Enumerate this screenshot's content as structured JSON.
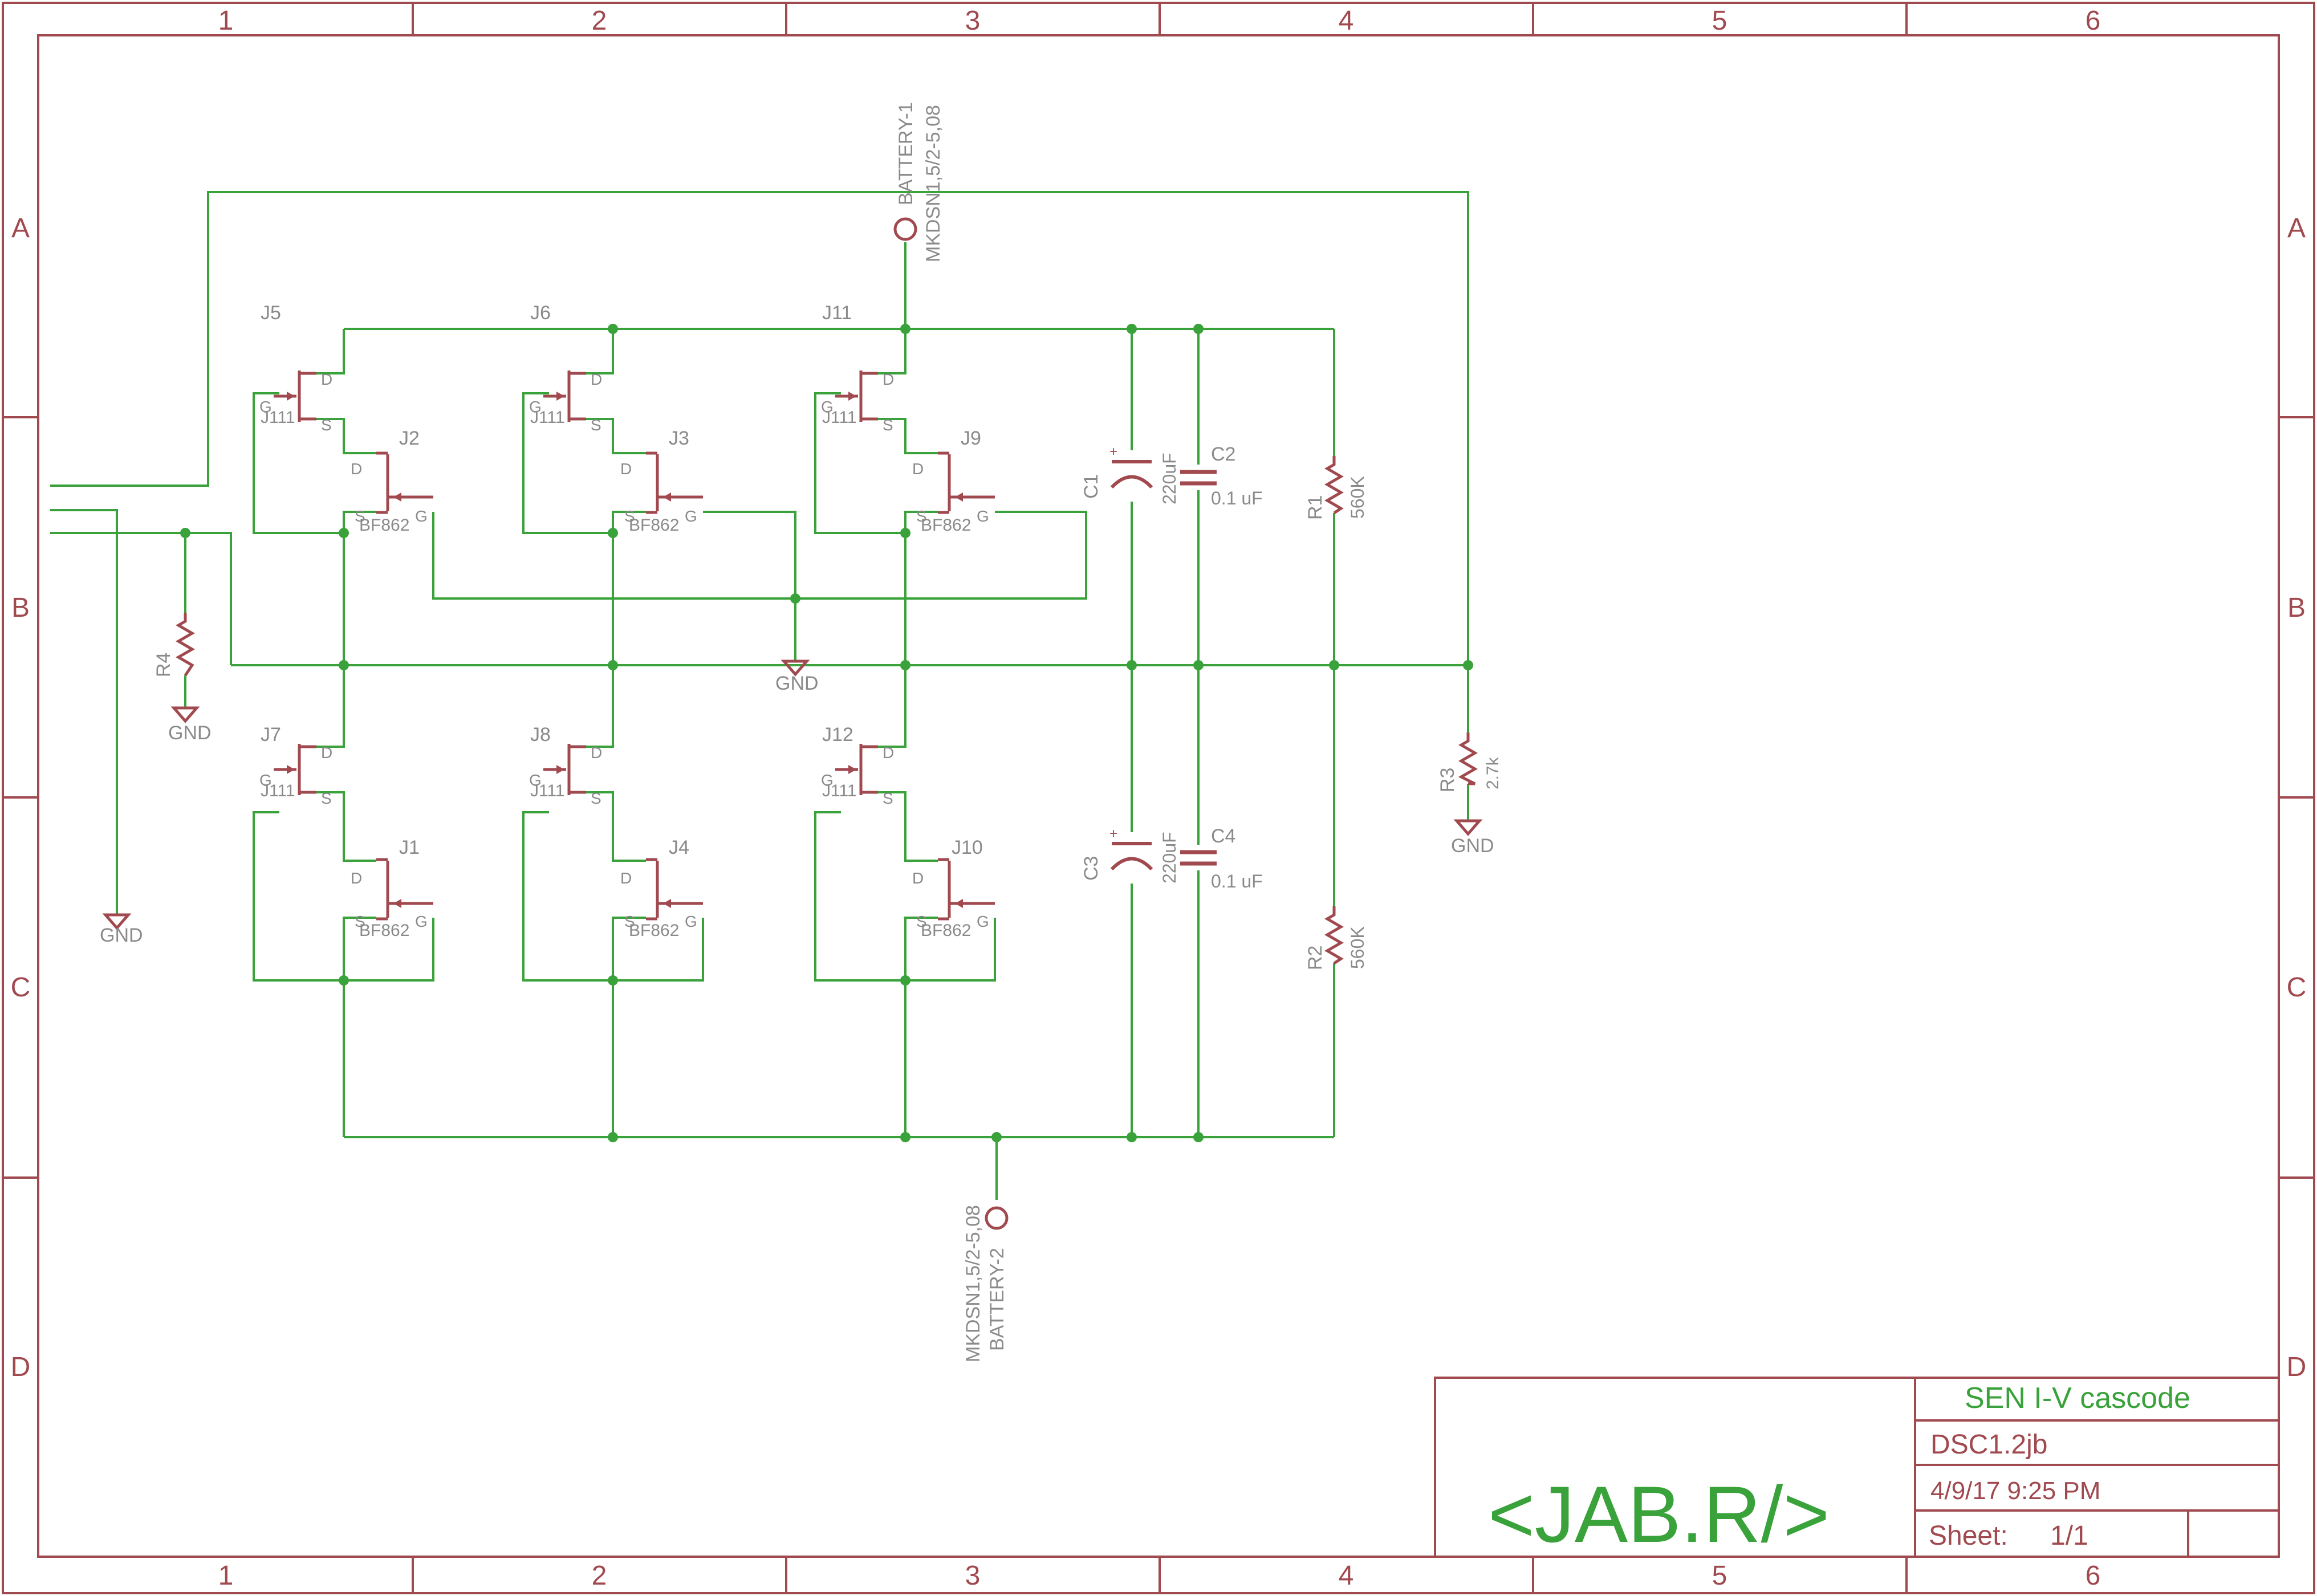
{
  "frame": {
    "col_labels": [
      "1",
      "2",
      "3",
      "4",
      "5",
      "6"
    ],
    "row_labels": [
      "A",
      "B",
      "C",
      "D"
    ]
  },
  "title_block": {
    "logo_text": "<JAB.R/>",
    "title": "SEN I-V cascode",
    "document": "DSC1.2jb",
    "date": "4/9/17 9:25 PM",
    "sheet_label": "Sheet:",
    "sheet_value": "1/1"
  },
  "colors": {
    "frame": "#a0494f",
    "wire": "#3aa23a",
    "junction": "#3aa23a",
    "label_gray": "#8a8a8a",
    "title_green": "#3aa23a"
  },
  "connectors": {
    "battery1": {
      "name": "BATTERY-1",
      "value": "MKDSN1,5/2-5,08"
    },
    "battery2": {
      "name": "BATTERY-2",
      "value": "MKDSN1,5/2-5,08"
    }
  },
  "jfets_top": [
    {
      "ref": "J5",
      "part": "J111"
    },
    {
      "ref": "J6",
      "part": "J111"
    },
    {
      "ref": "J11",
      "part": "J111"
    }
  ],
  "jfets_bottom": [
    {
      "ref": "J7",
      "part": "J111"
    },
    {
      "ref": "J8",
      "part": "J111"
    },
    {
      "ref": "J12",
      "part": "J111"
    }
  ],
  "bf_top": [
    {
      "ref": "J2",
      "part": "BF862"
    },
    {
      "ref": "J3",
      "part": "BF862"
    },
    {
      "ref": "J9",
      "part": "BF862"
    }
  ],
  "bf_bottom": [
    {
      "ref": "J1",
      "part": "BF862"
    },
    {
      "ref": "J4",
      "part": "BF862"
    },
    {
      "ref": "J10",
      "part": "BF862"
    }
  ],
  "pins": {
    "g": "G",
    "d": "D",
    "s": "S"
  },
  "capacitors": [
    {
      "ref": "C1",
      "value": "220uF"
    },
    {
      "ref": "C2",
      "value": "0.1 uF"
    },
    {
      "ref": "C3",
      "value": "220uF"
    },
    {
      "ref": "C4",
      "value": "0.1 uF"
    }
  ],
  "resistors": [
    {
      "ref": "R1",
      "value": "560K"
    },
    {
      "ref": "R2",
      "value": "560K"
    },
    {
      "ref": "R3",
      "value": "2.7k"
    },
    {
      "ref": "R4",
      "value": ""
    }
  ],
  "gnd_label": "GND"
}
